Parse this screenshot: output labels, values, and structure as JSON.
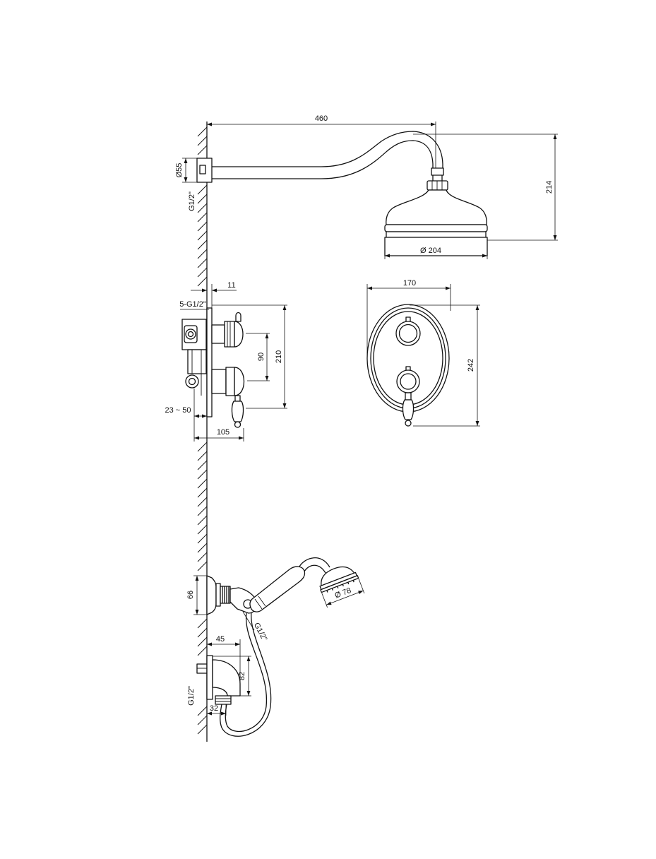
{
  "shower_arm": {
    "length_label": "460",
    "flange_diameter_label": "Ø55",
    "thread_label": "G1/2\""
  },
  "rain_shower_head": {
    "diameter_label": "Ø 204",
    "height_label": "214"
  },
  "valve_side_view": {
    "plate_label": "11",
    "outlets_label": "5-G1/2\"",
    "height_label": "210",
    "handle_spacing_label": "90",
    "embed_depth_label": "23 ~ 50",
    "projection_label": "105"
  },
  "valve_front_view": {
    "width_label": "170",
    "height_label": "242"
  },
  "hand_shower": {
    "bracket_height_label": "66",
    "head_diameter_label": "Ø 78",
    "hose_thread_label": "G1/2\""
  },
  "wall_outlet": {
    "projection_label": "45",
    "height_label": "82",
    "offset_label": "32",
    "thread_label": "G1/2\""
  }
}
